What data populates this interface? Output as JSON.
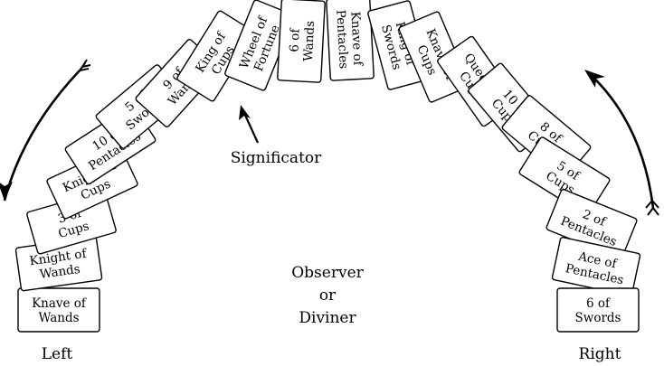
{
  "cards": [
    "Knave of\nWands",
    "Knight of\nWands",
    "3 of\nCups",
    "Knight of\nCups",
    "10 of\nPentacles",
    "5 of\nSwords",
    "9 of\nWands",
    "King of\nCups",
    "Wheel of\nFortune",
    "6 of\nWands",
    "Knave of\nPentacles",
    "King of\nSwords",
    "Knave of\nCups",
    "Queen of\nCups",
    "10 of\nCups",
    "8 of\nCups",
    "5 of\nCups",
    "2 of\nPentacles",
    "Ace of\nPentacles",
    "6 of\nSwords"
  ],
  "labels": {
    "significator": "Significator",
    "center_line1": "Observer",
    "center_line2": "or",
    "center_line3": "Diviner",
    "left": "Left",
    "right": "Right"
  }
}
